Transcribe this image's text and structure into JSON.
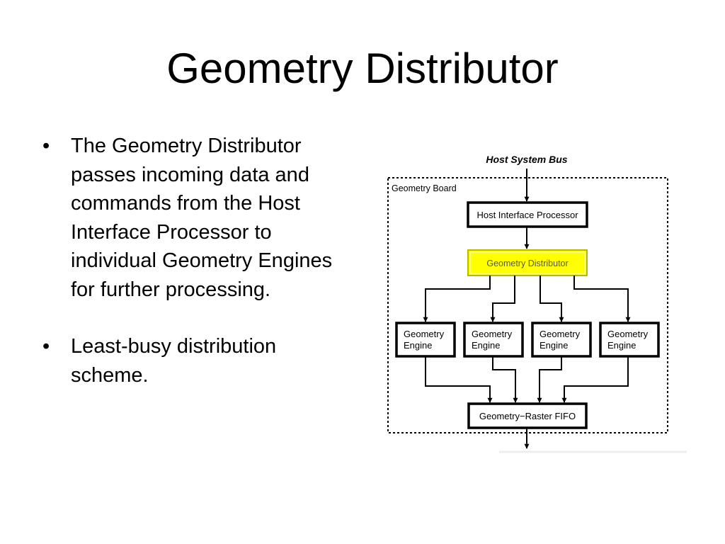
{
  "slide": {
    "title": "Geometry Distributor",
    "bullets": [
      {
        "marker": "•",
        "text": "The Geometry Distributor passes incoming data and commands from the Host Interface Processor to individual Geometry Engines for further processing."
      },
      {
        "marker": "•",
        "text": "Least-busy distribution scheme."
      }
    ]
  },
  "diagram": {
    "bus_label": "Host System Bus",
    "board_label": "Geometry Board",
    "host_interface_label": "Host Interface Processor",
    "distributor_label": "Geometry Distributor",
    "engines": [
      {
        "line1": "Geometry",
        "line2": "Engine"
      },
      {
        "line1": "Geometry",
        "line2": "Engine"
      },
      {
        "line1": "Geometry",
        "line2": "Engine"
      },
      {
        "line1": "Geometry",
        "line2": "Engine"
      }
    ],
    "fifo_label": "Geometry−Raster FIFO",
    "colors": {
      "distributor_fill": "#ffff00",
      "distributor_border": "#b8b800",
      "stroke": "#000000"
    }
  }
}
